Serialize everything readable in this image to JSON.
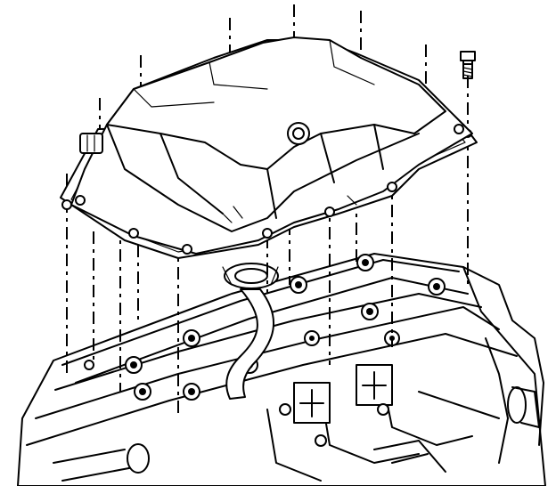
{
  "figure": {
    "subject": "oil-pan-installation-exploded-view",
    "parts": [
      "oil-pan",
      "oil-pan-gasket",
      "oil-pan-bolt",
      "oil-pump-pickup-tube",
      "engine-block-lower"
    ],
    "line_color": "#000000",
    "background": "#ffffff"
  }
}
